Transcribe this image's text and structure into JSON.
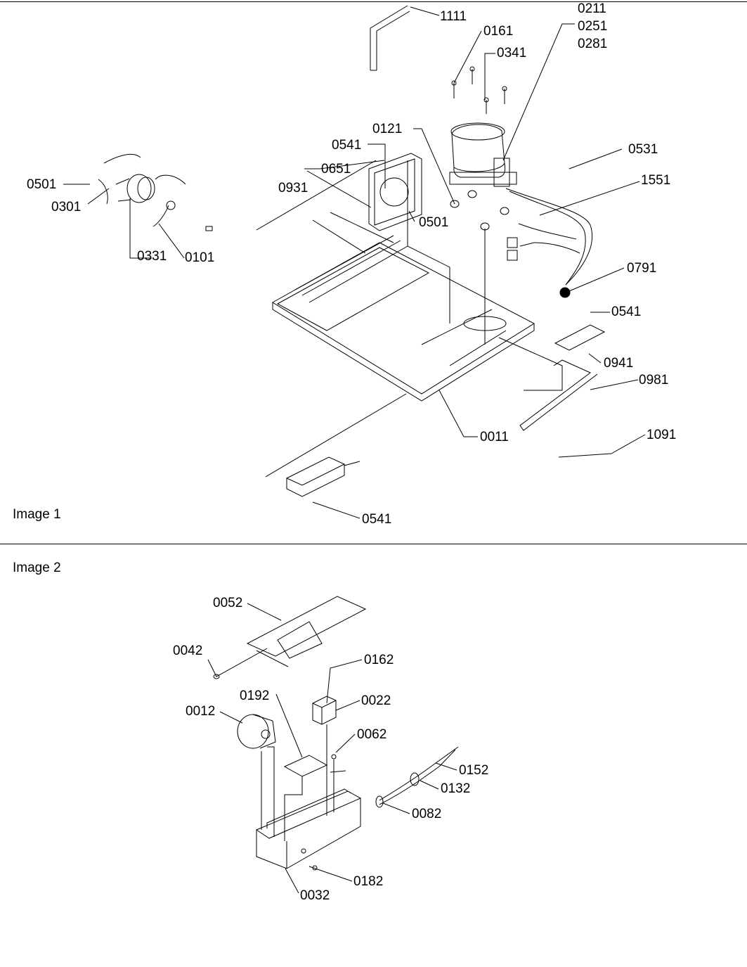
{
  "image1": {
    "caption": "Image 1",
    "labels": {
      "p1111": "1111",
      "p0161": "0161",
      "p0211": "0211",
      "p0251": "0251",
      "p0281": "0281",
      "p0341": "0341",
      "p0121": "0121",
      "p0541_fan": "0541",
      "p0651": "0651",
      "p0931": "0931",
      "p0501_left": "0501",
      "p0301": "0301",
      "p0331": "0331",
      "p0101": "0101",
      "p0501_right": "0501",
      "p0531": "0531",
      "p1551": "1551",
      "p0791": "0791",
      "p0541_bracket": "0541",
      "p0941": "0941",
      "p0981": "0981",
      "p0011": "0011",
      "p1091": "1091",
      "p0541_bottom": "0541"
    }
  },
  "image2": {
    "caption": "Image 2",
    "labels": {
      "p0052": "0052",
      "p0042": "0042",
      "p0162": "0162",
      "p0022": "0022",
      "p0192": "0192",
      "p0012": "0012",
      "p0062": "0062",
      "p0152": "0152",
      "p0132": "0132",
      "p0082": "0082",
      "p0182": "0182",
      "p0032": "0032"
    }
  }
}
